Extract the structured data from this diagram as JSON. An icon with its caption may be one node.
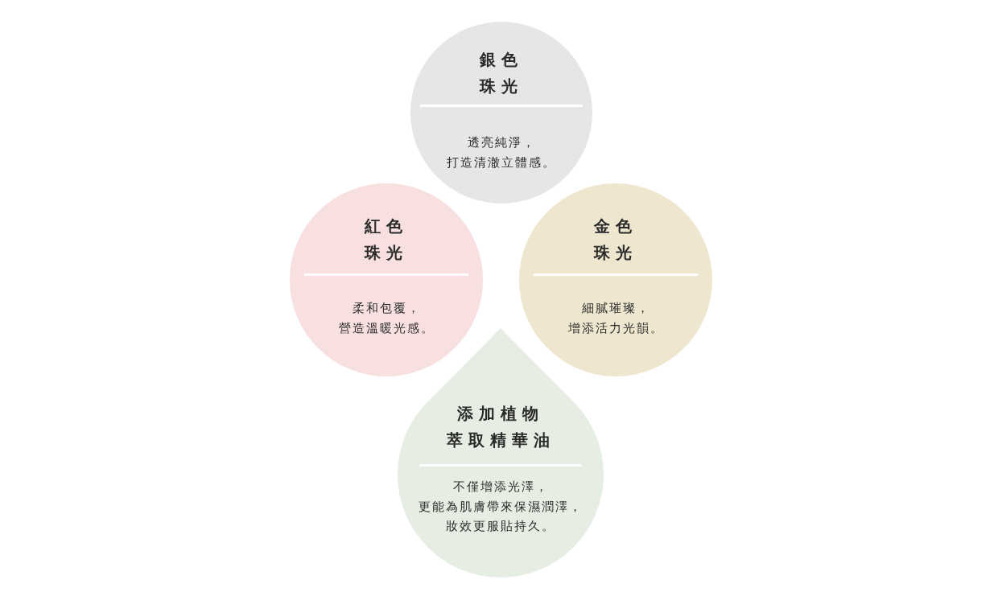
{
  "diagram": {
    "nodes": [
      {
        "text": [
          "銀色珠光",
          "透亮純淨，打造清澈立體感。"
        ]
      },
      {
        "text": [
          "紅色珠光",
          "柔和包覆，營造溫暖光感。"
        ]
      },
      {
        "text": [
          "金色珠光",
          "細膩璀璨，增添活力光韻。"
        ]
      },
      {
        "text": [
          "添加植物萃取精華油",
          "不僅增添光澤，更能為肌膚帶來保濕潤澤，妝效更服貼持久。"
        ]
      }
    ]
  }
}
